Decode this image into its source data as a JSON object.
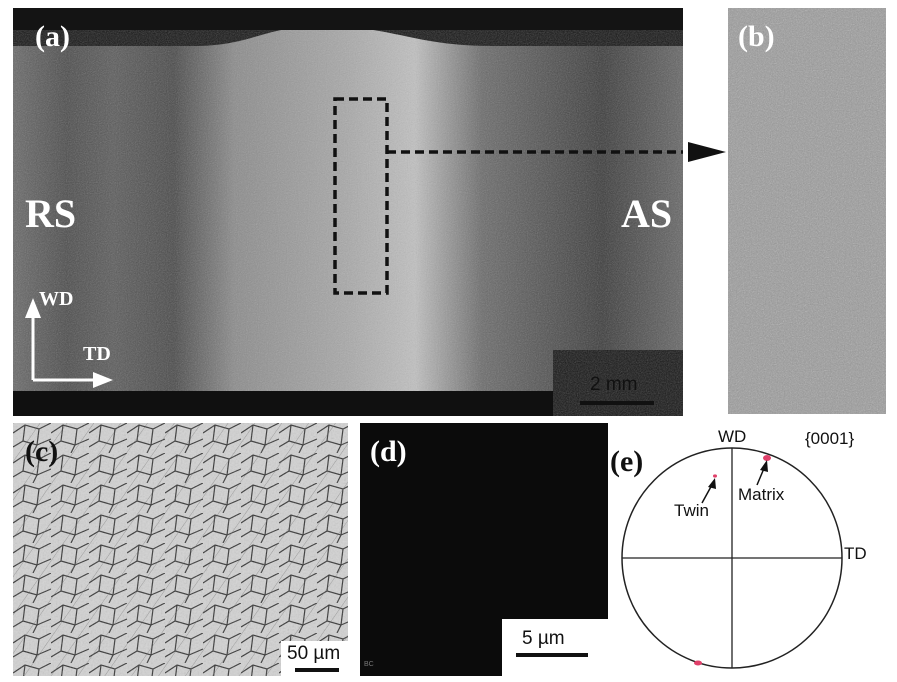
{
  "panels": {
    "a": {
      "label": "(a)",
      "left_side": "RS",
      "right_side": "AS",
      "axis_vertical": "WD",
      "axis_horizontal": "TD",
      "scale_bar": "2 mm"
    },
    "b": {
      "label": "(b)"
    },
    "c": {
      "label": "(c)",
      "scale_bar": "50 µm"
    },
    "d": {
      "label": "(d)",
      "scale_bar": "5 µm",
      "corner_mark": "BC"
    },
    "e": {
      "label": "(e)",
      "pole_family": "{0001}",
      "top_axis": "WD",
      "right_axis": "TD",
      "annotations": [
        "Twin",
        "Matrix"
      ]
    }
  },
  "colors": {
    "pole_dot": "#e0406a",
    "background": "#ffffff",
    "frame": "#111111"
  }
}
